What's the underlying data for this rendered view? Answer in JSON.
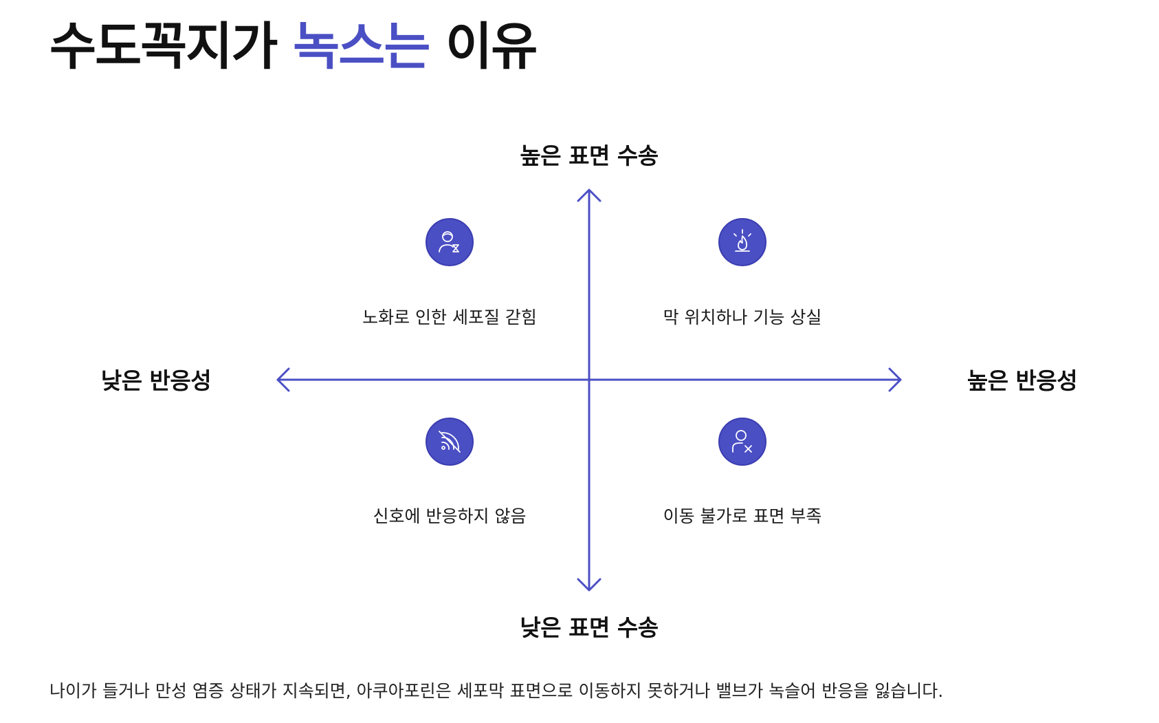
{
  "title": {
    "part1": "수도꼭지가 ",
    "accent": "녹스는",
    "part2": " 이유"
  },
  "axes": {
    "top": "높은 표면 수송",
    "bottom": "낮은 표면 수송",
    "left": "낮은 반응성",
    "right": "높은 반응성"
  },
  "quadrants": {
    "top_left": {
      "label": "노화로 인한 세포질 갇힘",
      "icon": "aging-person-hourglass-icon"
    },
    "top_right": {
      "label": "막 위치하나 기능 상실",
      "icon": "alert-flame-icon"
    },
    "bottom_left": {
      "label": "신호에 반응하지 않음",
      "icon": "no-signal-icon"
    },
    "bottom_right": {
      "label": "이동 불가로 표면 부족",
      "icon": "person-blocked-icon"
    }
  },
  "footer": "나이가 들거나 만성 염증 상태가 지속되면, 아쿠아포린은 세포막 표면으로 이동하지 못하거나 밸브가 녹슬어 반응을 잃습니다.",
  "colors": {
    "accent": "#4b4fc4",
    "text": "#111111"
  }
}
